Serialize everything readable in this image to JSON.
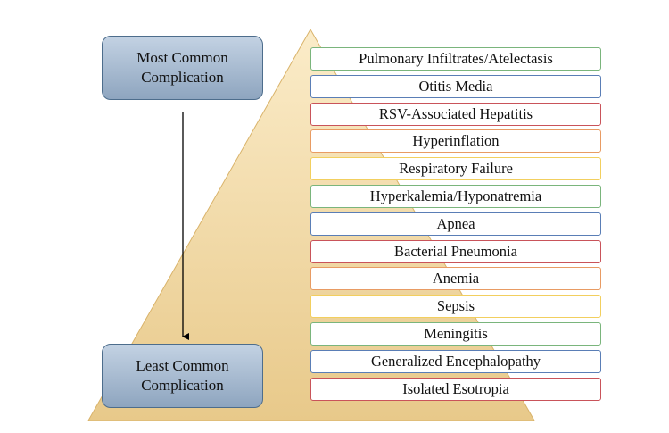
{
  "labels": {
    "most": "Most Common\nComplication",
    "least": "Least Common\nComplication"
  },
  "colors": {
    "pyramid_top": "#fbecc9",
    "pyramid_bottom": "#e8c98a",
    "pyramid_edge": "#d9b36a",
    "box_border": "#4d6d8c",
    "arrow": "#000000",
    "outline_cycle": [
      "#7ab57c",
      "#5a7eb6",
      "#c9535a",
      "#e89b63",
      "#f2cf5e"
    ]
  },
  "levels": [
    {
      "label": "Pulmonary Infiltrates/Atelectasis",
      "outline": "#7ab57c"
    },
    {
      "label": "Otitis Media",
      "outline": "#5a7eb6"
    },
    {
      "label": "RSV-Associated Hepatitis",
      "outline": "#c9535a"
    },
    {
      "label": "Hyperinflation",
      "outline": "#e89b63"
    },
    {
      "label": "Respiratory Failure",
      "outline": "#f2cf5e"
    },
    {
      "label": "Hyperkalemia/Hyponatremia",
      "outline": "#7ab57c"
    },
    {
      "label": "Apnea",
      "outline": "#5a7eb6"
    },
    {
      "label": "Bacterial Pneumonia",
      "outline": "#c9535a"
    },
    {
      "label": "Anemia",
      "outline": "#e89b63"
    },
    {
      "label": "Sepsis",
      "outline": "#f2cf5e"
    },
    {
      "label": "Meningitis",
      "outline": "#7ab57c"
    },
    {
      "label": "Generalized Encephalopathy",
      "outline": "#5a7eb6"
    },
    {
      "label": "Isolated Esotropia",
      "outline": "#c9535a"
    }
  ]
}
